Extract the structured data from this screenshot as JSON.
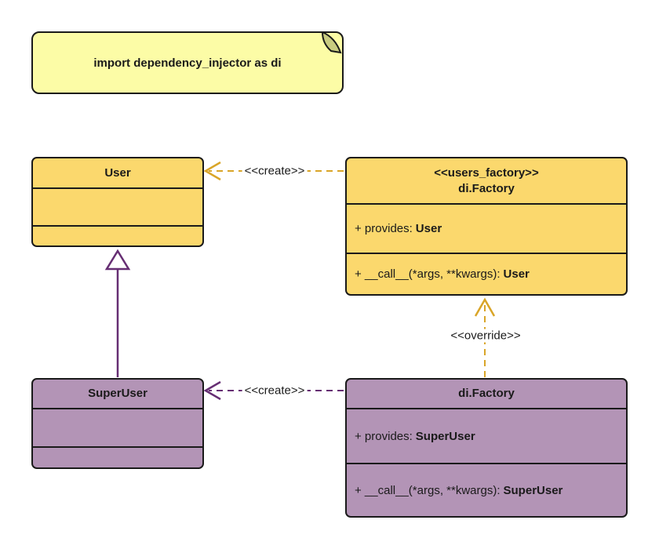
{
  "note": {
    "text": "import dependency_injector as di"
  },
  "classes": {
    "user": {
      "title": "User"
    },
    "users_factory": {
      "stereotype": "<<users_factory>>",
      "title": "di.Factory",
      "provides_label": "+ provides:",
      "provides_type": "User",
      "call_label": "+ __call__(*args, **kwargs):",
      "call_type": "User"
    },
    "super_user": {
      "title": "SuperUser"
    },
    "super_user_factory": {
      "title": "di.Factory",
      "provides_label": "+ provides:",
      "provides_type": "SuperUser",
      "call_label": "+ __call__(*args, **kwargs):",
      "call_type": "SuperUser"
    }
  },
  "edges": {
    "create_user_label": "<<create>>",
    "create_super_user_label": "<<create>>",
    "override_label": "<<override>>"
  },
  "colors": {
    "class_yellow_fill": "#fbd86d",
    "class_purple_fill": "#b394b6",
    "note_fill": "#fcfca6",
    "note_fold_fill": "#c9cc80",
    "gold_line": "#d9a528",
    "purple_line": "#662e73",
    "border": "#1a1a1a",
    "triangle_fill": "#ffffff"
  }
}
